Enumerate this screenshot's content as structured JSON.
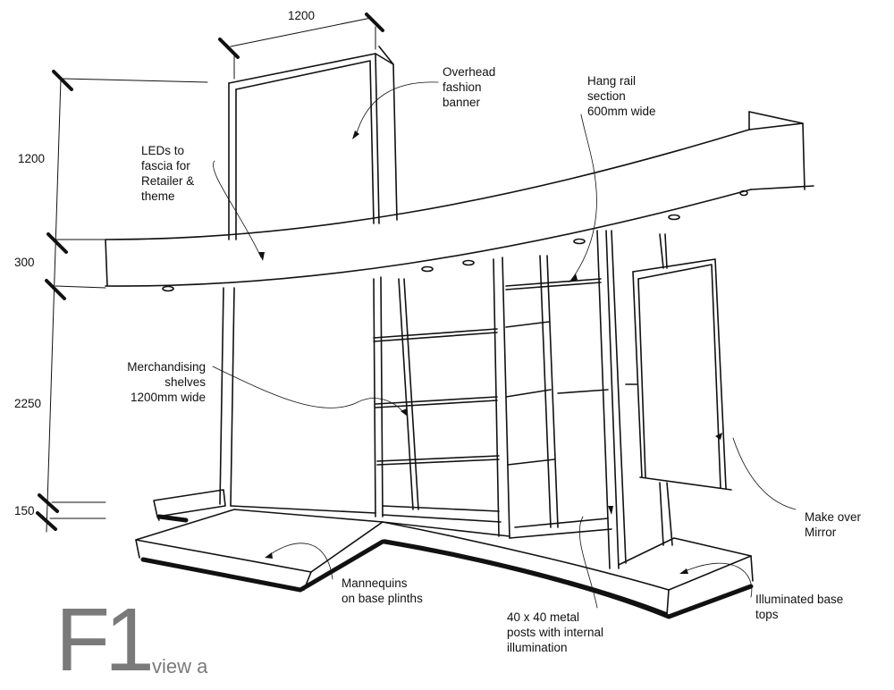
{
  "dimensions": {
    "top_width": "1200",
    "banner_height": "1200",
    "fascia_height": "300",
    "unit_height": "2250",
    "base_height": "150"
  },
  "annotations": {
    "overhead_banner": "Overhead\nfashion\nbanner",
    "hang_rail": "Hang rail\nsection\n600mm wide",
    "leds_fascia": "LEDs to\nfascia for\nRetailer &\ntheme",
    "merch_shelves": "Merchandising\nshelves\n1200mm wide",
    "mirror": "Make over\nMirror",
    "mannequins": "Mannequins\non base plinths",
    "illuminated_base": "Illuminated base\ntops",
    "metal_posts": "40 x 40 metal\nposts with internal\nillumination"
  },
  "title": {
    "code": "F1",
    "view": "view a"
  },
  "colors": {
    "ink": "#111111",
    "title_grey": "#7a7a7a"
  }
}
